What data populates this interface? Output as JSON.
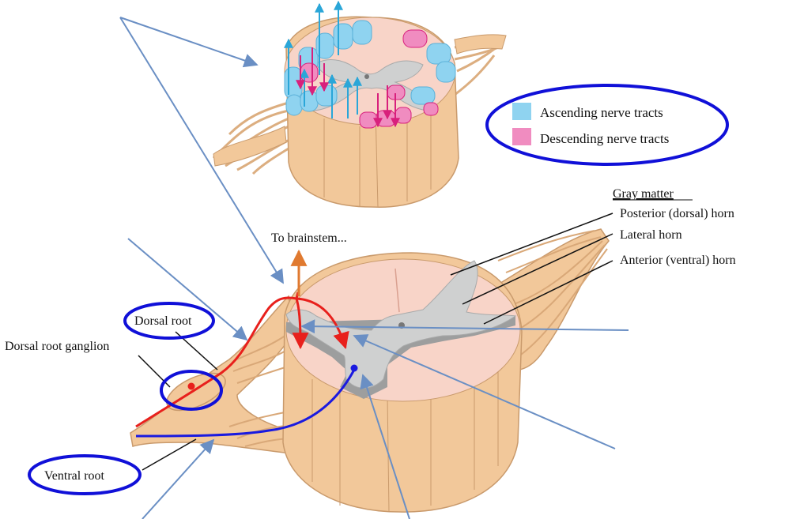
{
  "legend": {
    "ascending": {
      "label": "Ascending nerve tracts",
      "color": "#8fd3f0"
    },
    "descending": {
      "label": "Descending nerve tracts",
      "color": "#f08cc0"
    }
  },
  "labels": {
    "gray_matter": "Gray matter",
    "posterior_horn": "Posterior (dorsal) horn",
    "lateral_horn": "Lateral horn",
    "anterior_horn": "Anterior (ventral) horn",
    "to_brainstem": "To brainstem...",
    "dorsal_root": "Dorsal root",
    "dorsal_root_ganglion": "Dorsal root ganglion",
    "ventral_root": "Ventral root"
  },
  "colors": {
    "tissue": "#f2c89a",
    "tissue_dark": "#d9a878",
    "white_matter": "#f8d4c8",
    "gray_matter": "#cfd0d0",
    "sensory_path": "#e8201c",
    "motor_path": "#1a1ae0",
    "circle_outline": "#1010d8",
    "pointer": "#6a8fc4",
    "up_arrow": "#e07a30"
  }
}
